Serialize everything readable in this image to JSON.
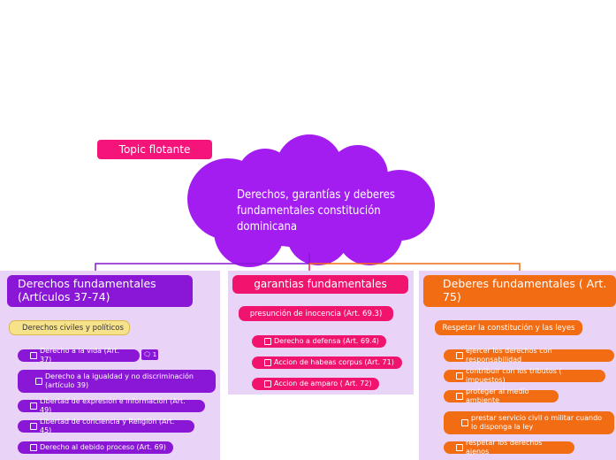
{
  "floating_topic": "Topic flotante",
  "central_topic": "Derechos, garantías y deberes fundamentales constitución dominicana",
  "branches": {
    "derechos": {
      "title": "Derechos fundamentales (Artículos 37-74)",
      "sub": "Derechos civiles y políticos",
      "comment_count": "1",
      "items": [
        "Derecho a la vida (Art. 37)",
        "Derecho a la igualdad y no discriminación (artículo 39)",
        "Libertad de expresión e información (Art. 49)",
        "Libertad de conciencia y Religión (Art. 45)",
        "Derecho al debido proceso (Art. 69)"
      ]
    },
    "garantias": {
      "title": "garantias fundamentales",
      "sub": "presunción de inocencia (Art. 69.3)",
      "items": [
        "Derecho a defensa (Art. 69.4)",
        "Accion de habeas corpus  (Art. 71)",
        "Accion de amparo ( Art. 72)"
      ]
    },
    "deberes": {
      "title": "Deberes fundamentales ( Art. 75)",
      "sub": "Respetar la constitución y las leyes",
      "items": [
        "ejercer los derechos con responsabilidad",
        "contribuir con los tributos ( impuestos)",
        "proteger al medio ambiente",
        "prestar servicio civil o militar cuando lo disponga la ley",
        "respetar los derechos ajenos"
      ]
    }
  },
  "colors": {
    "purple": "#8a16d6",
    "cloud": "#a31df0",
    "pink": "#f0146e",
    "orange": "#f26c14",
    "yellow": "#f7e28c",
    "panel": "#e9d3f6"
  }
}
